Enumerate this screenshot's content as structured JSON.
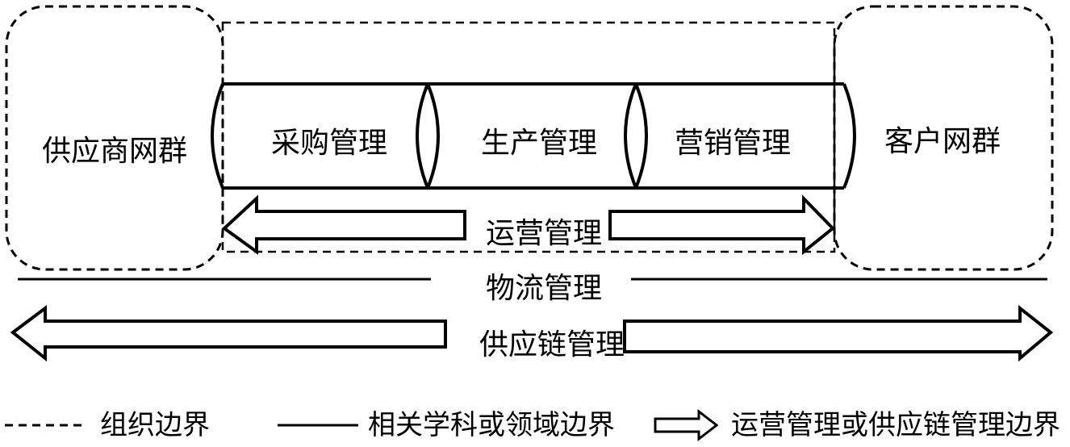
{
  "diagram": {
    "supplier_group": "供应商网群",
    "customer_group": "客户网群",
    "segments": [
      "采购管理",
      "生产管理",
      "营销管理"
    ],
    "operations_management": "运营管理",
    "logistics_management": "物流管理",
    "supply_chain_management": "供应链管理"
  },
  "legend": {
    "org_boundary": "组织边界",
    "discipline_boundary": "相关学科或领域边界",
    "ops_sc_boundary": "运营管理或供应链管理边界"
  },
  "colors": {
    "stroke": "#000000",
    "background": "#ffffff"
  }
}
